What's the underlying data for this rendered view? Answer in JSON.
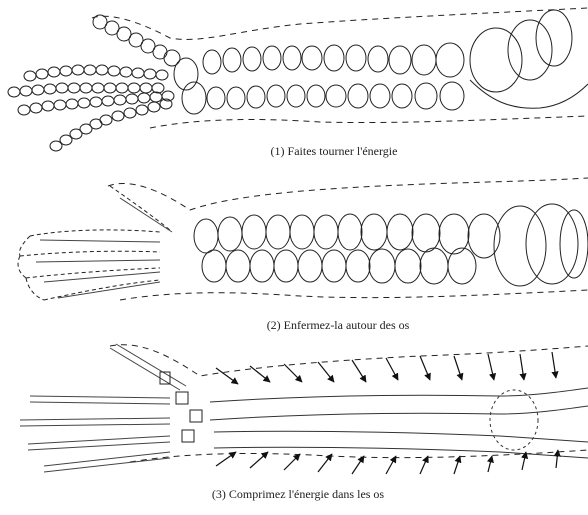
{
  "panels": [
    {
      "step": 1,
      "caption": "(1) Faites tourner l'énergie"
    },
    {
      "step": 2,
      "caption": "(2) Enfermez-la autour des os"
    },
    {
      "step": 3,
      "caption": "(3) Comprimez l'énergie dans les os"
    }
  ]
}
